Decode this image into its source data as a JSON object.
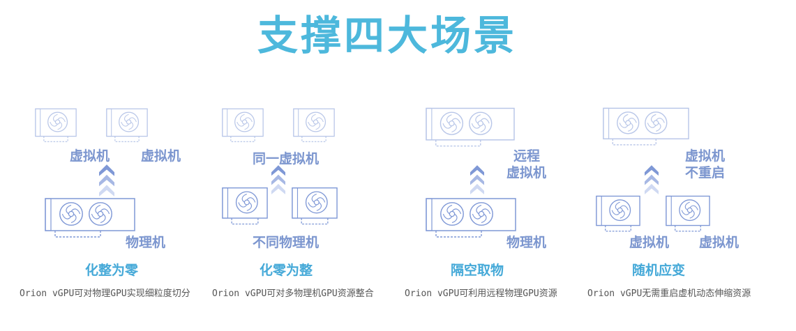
{
  "title": "支撑四大场景",
  "scenarios": [
    {
      "labels": {
        "top_left": "虚拟机",
        "top_right": "虚拟机",
        "bottom": "物理机"
      },
      "title": "化整为零",
      "description": "Orion vGPU可对物理GPU实现细粒度切分"
    },
    {
      "labels": {
        "top": "同一虚拟机",
        "bottom": "不同物理机"
      },
      "title": "化零为整",
      "description": "Orion vGPU可对多物理机GPU资源整合"
    },
    {
      "labels": {
        "top_line1": "远程",
        "top_line2": "虚拟机",
        "bottom": "物理机"
      },
      "title": "隔空取物",
      "description": "Orion vGPU可利用远程物理GPU资源"
    },
    {
      "labels": {
        "top_line1": "虚拟机",
        "top_line2": "不重启",
        "bottom_left": "虚拟机",
        "bottom_right": "虚拟机"
      },
      "title": "随机应变",
      "description": "Orion vGPU无需重启虚机动态伸缩资源"
    }
  ],
  "colors": {
    "title": "#4db8dc",
    "label": "#7c96cf",
    "card_title": "#45a9d8",
    "arrow": "#7f98d6"
  }
}
